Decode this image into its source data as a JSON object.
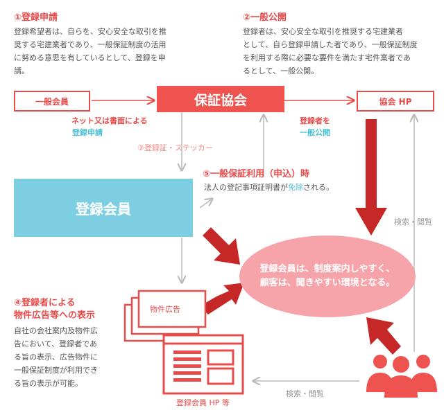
{
  "step1": {
    "title": "①登録申請",
    "lines": [
      "登録希望者は、自らを、安心安全な取引を推",
      "奨する宅建業者であり、一般保証制度の活用",
      "に努める意思を有しているとして、登録を申",
      "請。"
    ]
  },
  "step2": {
    "title": "②一般公開",
    "lines": [
      "登録者は、安心安全な取引を推奨する宅建業者",
      "として、自ら登録申請した者であり、一般保証制度",
      "を利用する際に必要な要件を満たす宅件業者であ",
      "るとして、一般公開。"
    ]
  },
  "boxes": {
    "general_member": "一般会員",
    "association": "保証協会",
    "association_hp": "協会 HP",
    "registered_member": "登録会員"
  },
  "labels": {
    "net_line1": "ネット又は書面による",
    "net_line2": "登録申請",
    "public_line1": "登録者を",
    "public_line2": "一般公開",
    "step3": "③登録証・ステッカー",
    "search1": "検索・閲覧",
    "search2": "検索・閲覧",
    "member_hp": "登録会員 HP 等",
    "ad": "物件広告"
  },
  "step5": {
    "title": "⑤一般保証利用（申込）時",
    "text_prefix": "法人の登記事項証明書が",
    "text_highlight": "免除",
    "text_suffix": "される。"
  },
  "ellipse": {
    "line1": "登録会員は、制度案内しやすく、",
    "line2": "顧客は、聞きやすい環境となる。"
  },
  "step4": {
    "title_line1": "④登録者による",
    "title_line2": "物件広告等への表示",
    "lines": [
      "自社の会社案内及物件広",
      "告において、登録者であ",
      "る旨の表示、広告物件に",
      "一般保証制度が利用でき",
      "る旨の表示が可能。"
    ]
  },
  "colors": {
    "red": "#e94b4b",
    "dark_red": "#c62828",
    "cyan": "#4dbfd6",
    "pink": "#f7a3aa",
    "member": "#7ccee0",
    "gray": "#bbbbbb"
  }
}
